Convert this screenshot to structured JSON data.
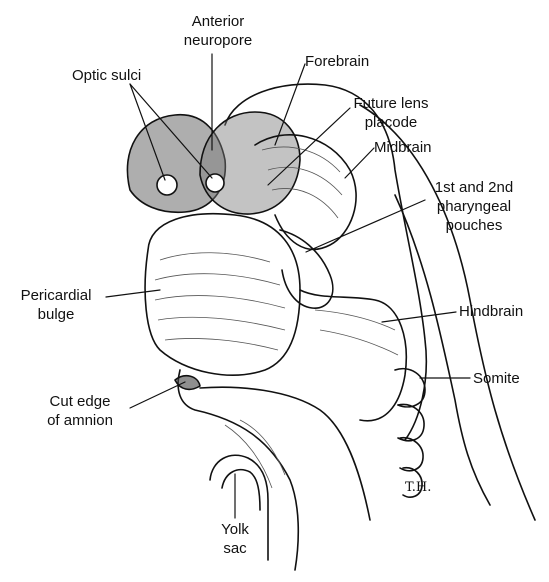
{
  "figure": {
    "labels": {
      "anterior_neuropore": [
        "Anterior",
        "neuropore"
      ],
      "optic_sulci": [
        "Optic sulci"
      ],
      "forebrain": [
        "Forebrain"
      ],
      "future_lens_placode": [
        "Future lens",
        "placode"
      ],
      "midbrain": [
        "Midbrain"
      ],
      "pharyngeal_pouches": [
        "1st and 2nd",
        "pharyngeal",
        "pouches"
      ],
      "pericardial_bulge": [
        "Pericardial",
        "bulge"
      ],
      "hindbrain": [
        "Hindbrain"
      ],
      "somite": [
        "Somite"
      ],
      "cut_edge_of_amnion": [
        "Cut edge",
        "of amnion"
      ],
      "yolk_sac": [
        "Yolk",
        "sac"
      ]
    },
    "signature": "T.H.",
    "colors": {
      "ink": "#111111",
      "shade": "#555555",
      "background": "#ffffff"
    }
  }
}
